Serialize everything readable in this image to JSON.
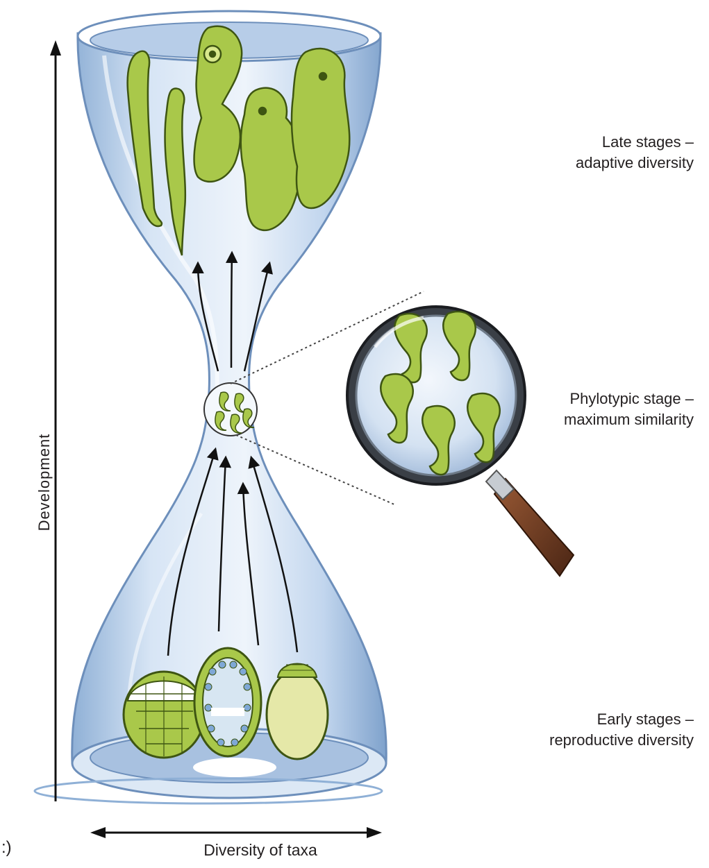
{
  "labels": {
    "late_line1": "Late stages –",
    "late_line2": "adaptive diversity",
    "phylo_line1": "Phylotypic stage –",
    "phylo_line2": "maximum similarity",
    "early_line1": "Early stages –",
    "early_line2": "reproductive diversity",
    "development_axis": "Development",
    "taxa_axis": "Diversity of taxa",
    "panel_letter": ":)"
  },
  "colors": {
    "glass": "#c9dbef",
    "glass_dark": "#8fb0d6",
    "embryo": "#a9c84a",
    "embryo_dark": "#4e6a17",
    "handle": "#6b3a22"
  }
}
